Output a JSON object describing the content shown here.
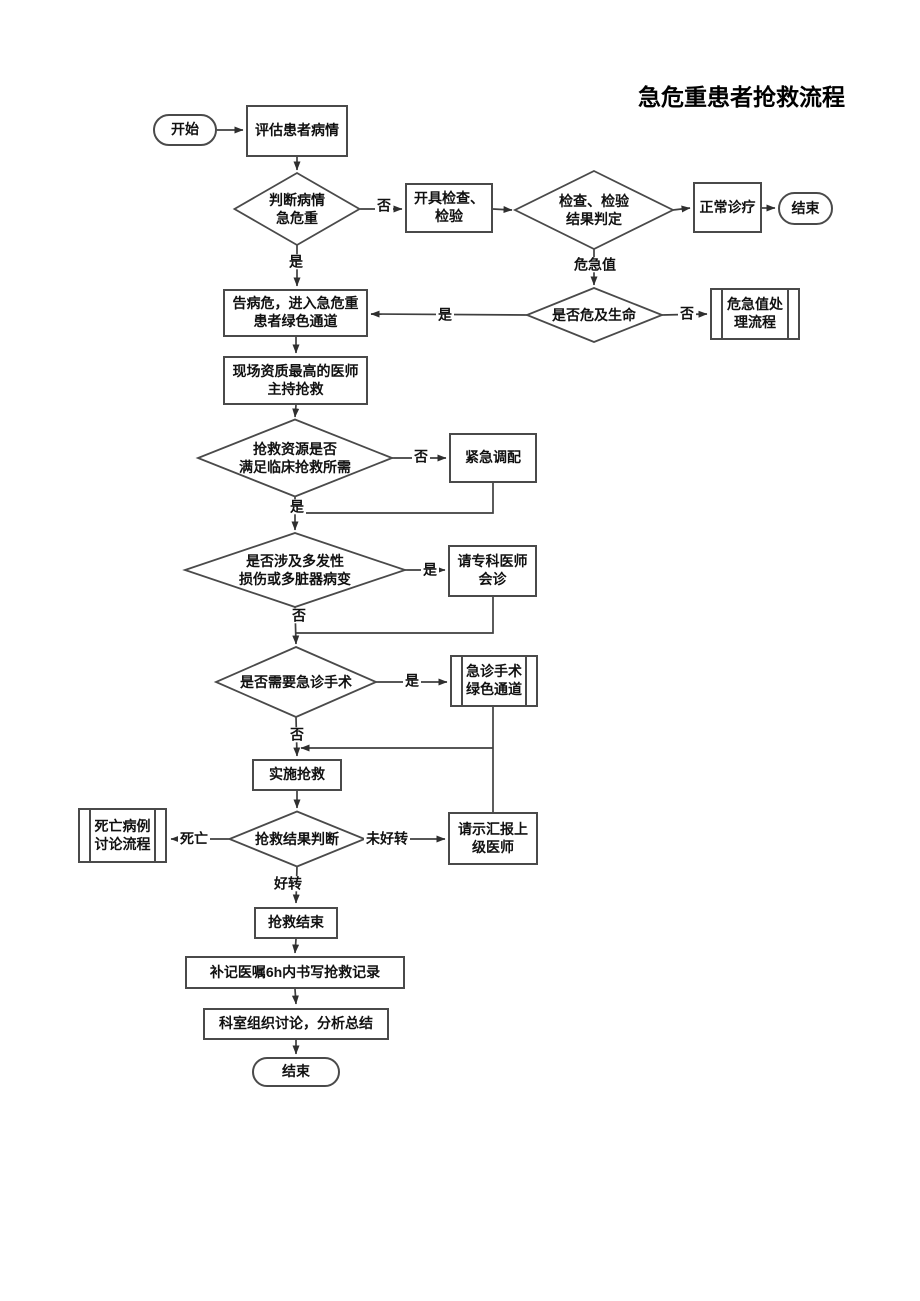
{
  "title": "急危重患者抢救流程",
  "nodes": {
    "start": "开始",
    "assess": "评估患者病情",
    "judge_severity": "判断病情\n急危重",
    "order_tests": "开具检查、\n检验",
    "result_judge": "检查、检验\n结果判定",
    "normal_care": "正常诊疗",
    "end_top": "结束",
    "green_channel": "告病危，进入急危重\n患者绿色通道",
    "critical_process": "危急值处\n理流程",
    "chief_doctor": "现场资质最高的医师\n主持抢救",
    "resource_check": "抢救资源是否\n满足临床抢救所需",
    "dispatch": "紧急调配",
    "multi_check": "是否涉及多发性\n损伤或多脏器病变",
    "consult": "请专科医师\n会诊",
    "surgery_check": "是否需要急诊手术",
    "surgery_green": "急诊手术\n绿色通道",
    "rescue": "实施抢救",
    "result_check": "抢救结果判断",
    "death_process": "死亡病例\n讨论流程",
    "report_senior": "请示汇报上\n级医师",
    "rescue_end": "抢救结束",
    "record": "补记医嘱6h内书写抢救记录",
    "discuss": "科室组织讨论，分析总结",
    "end_bottom": "结束"
  },
  "edge_labels": {
    "severity_no": "否",
    "severity_yes": "是",
    "critical_value": "危急值",
    "life_yes": "是",
    "life_no": "否",
    "resource_no": "否",
    "resource_yes": "是",
    "multi_yes": "是",
    "multi_no": "否",
    "surgery_yes": "是",
    "surgery_no": "否",
    "death": "死亡",
    "not_improved": "未好转",
    "improved": "好转"
  },
  "colors": {
    "line": "#3f3f3f",
    "border": "#4a4a4a",
    "text": "#111111",
    "background": "#ffffff"
  }
}
